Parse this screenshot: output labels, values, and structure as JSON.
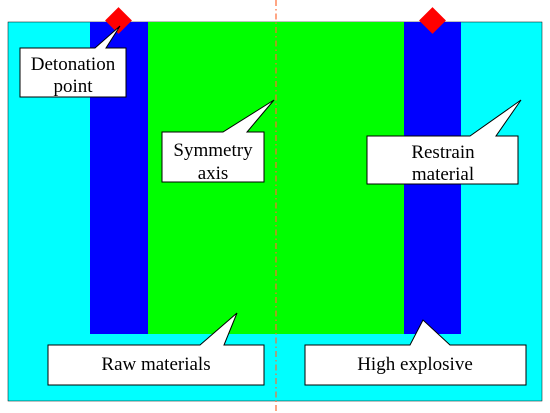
{
  "diagram": {
    "colors": {
      "background_region": "#00ffff",
      "restrain_band": "#0000ff",
      "raw_material_core": "#00ff00",
      "detonation_marker": "#ff0000",
      "symmetry_axis_line": "#ff6a33",
      "callout_fill": "#ffffff",
      "callout_stroke": "#000000"
    },
    "labels": {
      "detonation_line1": "Detonation",
      "detonation_line2": "point",
      "symmetry_line1": "Symmetry",
      "symmetry_line2": "axis",
      "restrain_line1": "Restrain",
      "restrain_line2": "material",
      "raw_materials": "Raw materials",
      "high_explosive": "High explosive"
    },
    "icons": {
      "detonation_marker": "red-diamond-icon",
      "axis": "dashed-vertical-line"
    }
  }
}
